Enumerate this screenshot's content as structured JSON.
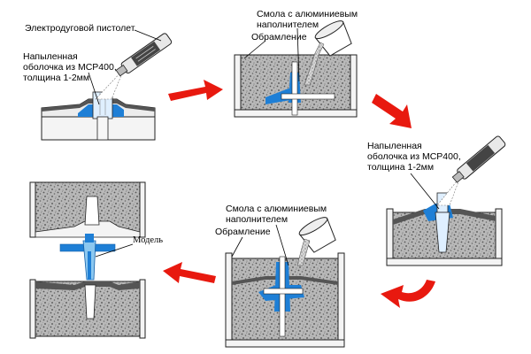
{
  "labels": {
    "gun": "Электродуговой пистолет",
    "sprayed_shell_1": "Напыленная\n оболочка из MCP400,\nтолщина 1-2мм",
    "resin_1": "Смола с алюминиевым\nнаполнителем",
    "frame_1": "Обрамление",
    "sprayed_shell_2": "Напыленная\nоболочка из MCP400,\nтолщина 1-2мм",
    "resin_2": "Смола с алюминиевым\nнаполнителем",
    "frame_2": "Обрамление",
    "model": "Модель"
  },
  "colors": {
    "sand": "#a9a9a9",
    "shell_blue": "#1e7fd6",
    "model_blue": "#8cc8f0",
    "arrow_red": "#e8190f",
    "frame_line": "#222222"
  },
  "icons": {
    "gun": "spray-gun-icon",
    "bucket": "pouring-bucket-icon",
    "arrow": "process-arrow-icon"
  }
}
